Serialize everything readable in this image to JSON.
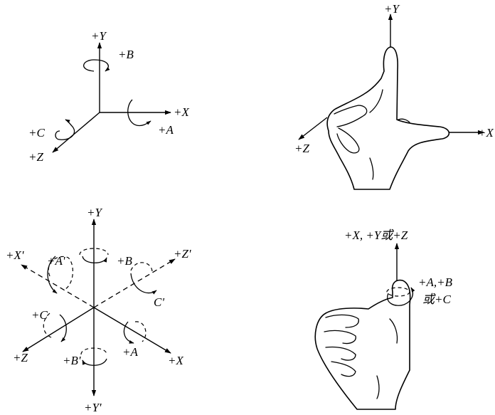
{
  "panel_tl": {
    "labels": {
      "y": "+Y",
      "b": "+B",
      "x": "+X",
      "a": "+A",
      "c": "+C",
      "z": "+Z"
    }
  },
  "panel_tr": {
    "labels": {
      "y": "+Y",
      "x": "+X",
      "z": "+Z"
    }
  },
  "panel_bl": {
    "labels": {
      "y": "+Y",
      "x_prime": "+X'",
      "a_prime": "+A'",
      "b": "+B",
      "z_prime": "+Z'",
      "c_prime": "C'",
      "c": "+C",
      "a": "+A",
      "z": "+Z",
      "b_prime": "+B'",
      "x": "+X",
      "y_prime": "+Y'"
    }
  },
  "panel_br": {
    "labels": {
      "axis": "+X, +Y或+Z",
      "rot1": "+A,+B",
      "rot2": "或+C"
    }
  }
}
